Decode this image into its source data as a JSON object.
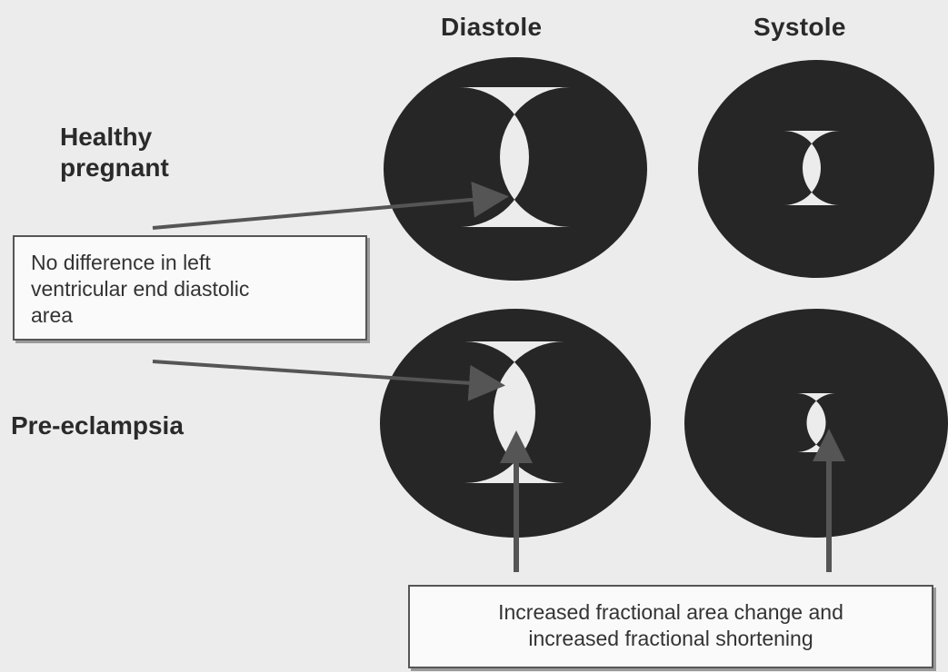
{
  "headers": {
    "diastole": "Diastole",
    "systole": "Systole"
  },
  "rows": {
    "healthy": [
      "Healthy",
      "pregnant"
    ],
    "preeclampsia": "Pre-eclampsia"
  },
  "callout_left": [
    "No difference in left",
    "ventricular end diastolic",
    "area"
  ],
  "callout_bottom": [
    "Increased fractional area change and",
    "increased fractional shortening"
  ],
  "colors": {
    "ring": "#262626",
    "cavity": "#ececec",
    "arrow": "#555555",
    "background": "#ececec"
  }
}
